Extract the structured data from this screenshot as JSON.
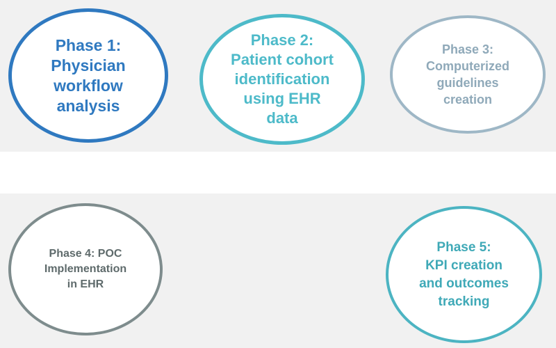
{
  "phases": [
    {
      "label": "Phase 1:\nPhysician\nworkflow\nanalysis",
      "color": "#2f79c0"
    },
    {
      "label": "Phase 2:\nPatient cohort\nidentification\nusing EHR\ndata",
      "color": "#4dbac9"
    },
    {
      "label": "Phase 3:\nComputerized\nguidelines\ncreation",
      "color": "#9eb7c6"
    },
    {
      "label": "Phase 4: POC\nImplementation\nin EHR",
      "color": "#7e8c8d"
    },
    {
      "label": "Phase 5:\nKPI creation\nand outcomes\ntracking",
      "color": "#4cb4c2"
    }
  ]
}
